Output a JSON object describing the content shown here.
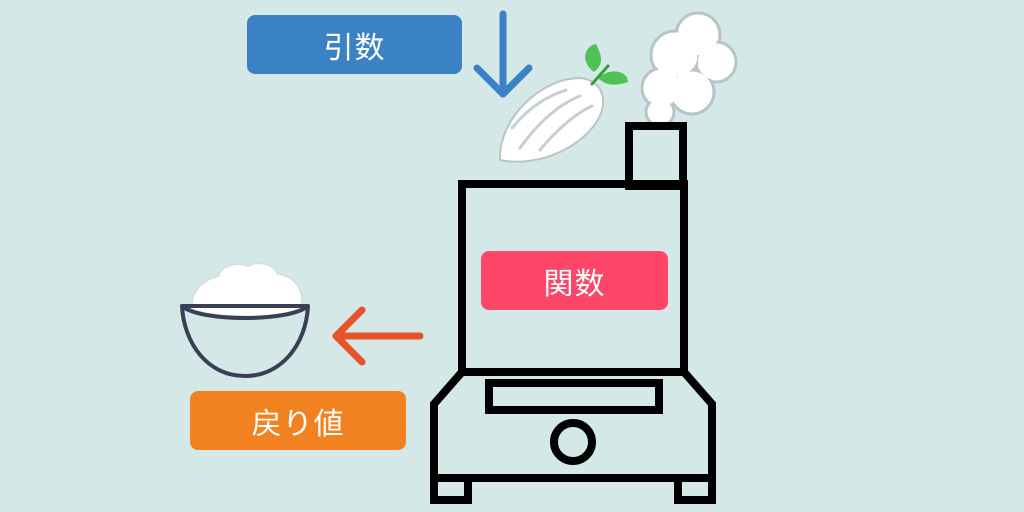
{
  "labels": {
    "arguments": "引数",
    "function": "関数",
    "return_value": "戻り値"
  },
  "colors": {
    "background": "#d5e8e8",
    "arguments": "#3b82c4",
    "function": "#ff4668",
    "return_value": "#f28220",
    "machine_outline": "#000000",
    "steam": "#ffffff",
    "radish": "#ffffff",
    "radish_leaves": "#4fc254",
    "bowl_outline": "#3a3f55"
  },
  "icons": {
    "input": "daikon-radish-icon",
    "machine": "food-processor-machine-icon",
    "output": "rice-bowl-icon",
    "steam": "steam-cloud-icon",
    "input_arrow": "arrow-down-icon",
    "output_arrow": "arrow-left-icon"
  }
}
